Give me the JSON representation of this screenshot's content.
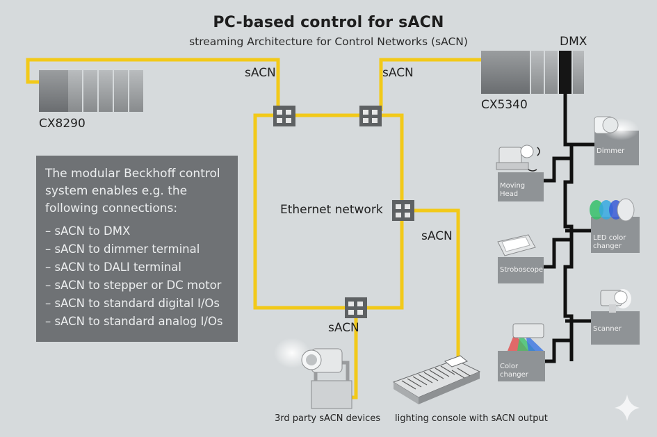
{
  "header": {
    "title": "PC-based control for sACN",
    "subtitle": "streaming Architecture for Control Networks (sACN)"
  },
  "controllers": {
    "cx8290": "CX8290",
    "cx5340": "CX5340",
    "dmx": "DMX"
  },
  "links": {
    "sacn_label": "sACN",
    "network_label": "Ethernet network"
  },
  "info_box": {
    "intro": "The modular Beckhoff control system enables e.g. the following connections:",
    "items": [
      "– sACN to DMX",
      "– sACN to dimmer terminal",
      "– sACN to DALI terminal",
      "– sACN to stepper or DC motor",
      "– sACN to standard digital I/Os",
      "– sACN to standard analog I/Os"
    ]
  },
  "dmx_devices": [
    {
      "name": "Dimmer"
    },
    {
      "name": "Moving Head"
    },
    {
      "name": "LED color changer"
    },
    {
      "name": "Stroboscope"
    },
    {
      "name": "Scanner"
    },
    {
      "name": "Color changer"
    }
  ],
  "sacn_devices": {
    "third_party": "3rd party sACN devices",
    "console": "lighting console with sACN output"
  },
  "colors": {
    "background": "#d6dadc",
    "sacn_cable": "#f2c919",
    "dmx_cable": "#111111",
    "info_box": "#6f7275",
    "device_card": "#8f9396"
  }
}
